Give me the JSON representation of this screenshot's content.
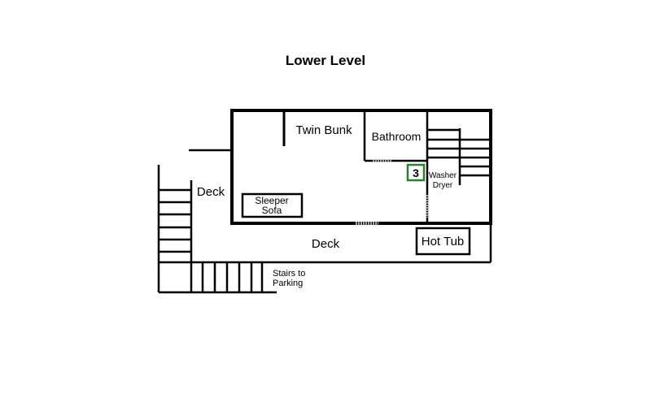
{
  "title": "Lower Level",
  "rooms": {
    "twin_bunk": "Twin Bunk",
    "bathroom": "Bathroom",
    "washer": "Washer",
    "dryer": "Dryer",
    "deck_left": "Deck",
    "deck_bottom": "Deck",
    "sleeper": "Sleeper",
    "sofa": "Sofa",
    "hot_tub": "Hot Tub",
    "stairs_to": "Stairs to",
    "parking": "Parking"
  },
  "marker": {
    "number": "3",
    "color": "#2e7d32"
  },
  "colors": {
    "wall": "#000000",
    "door": "#9e9e9e"
  }
}
